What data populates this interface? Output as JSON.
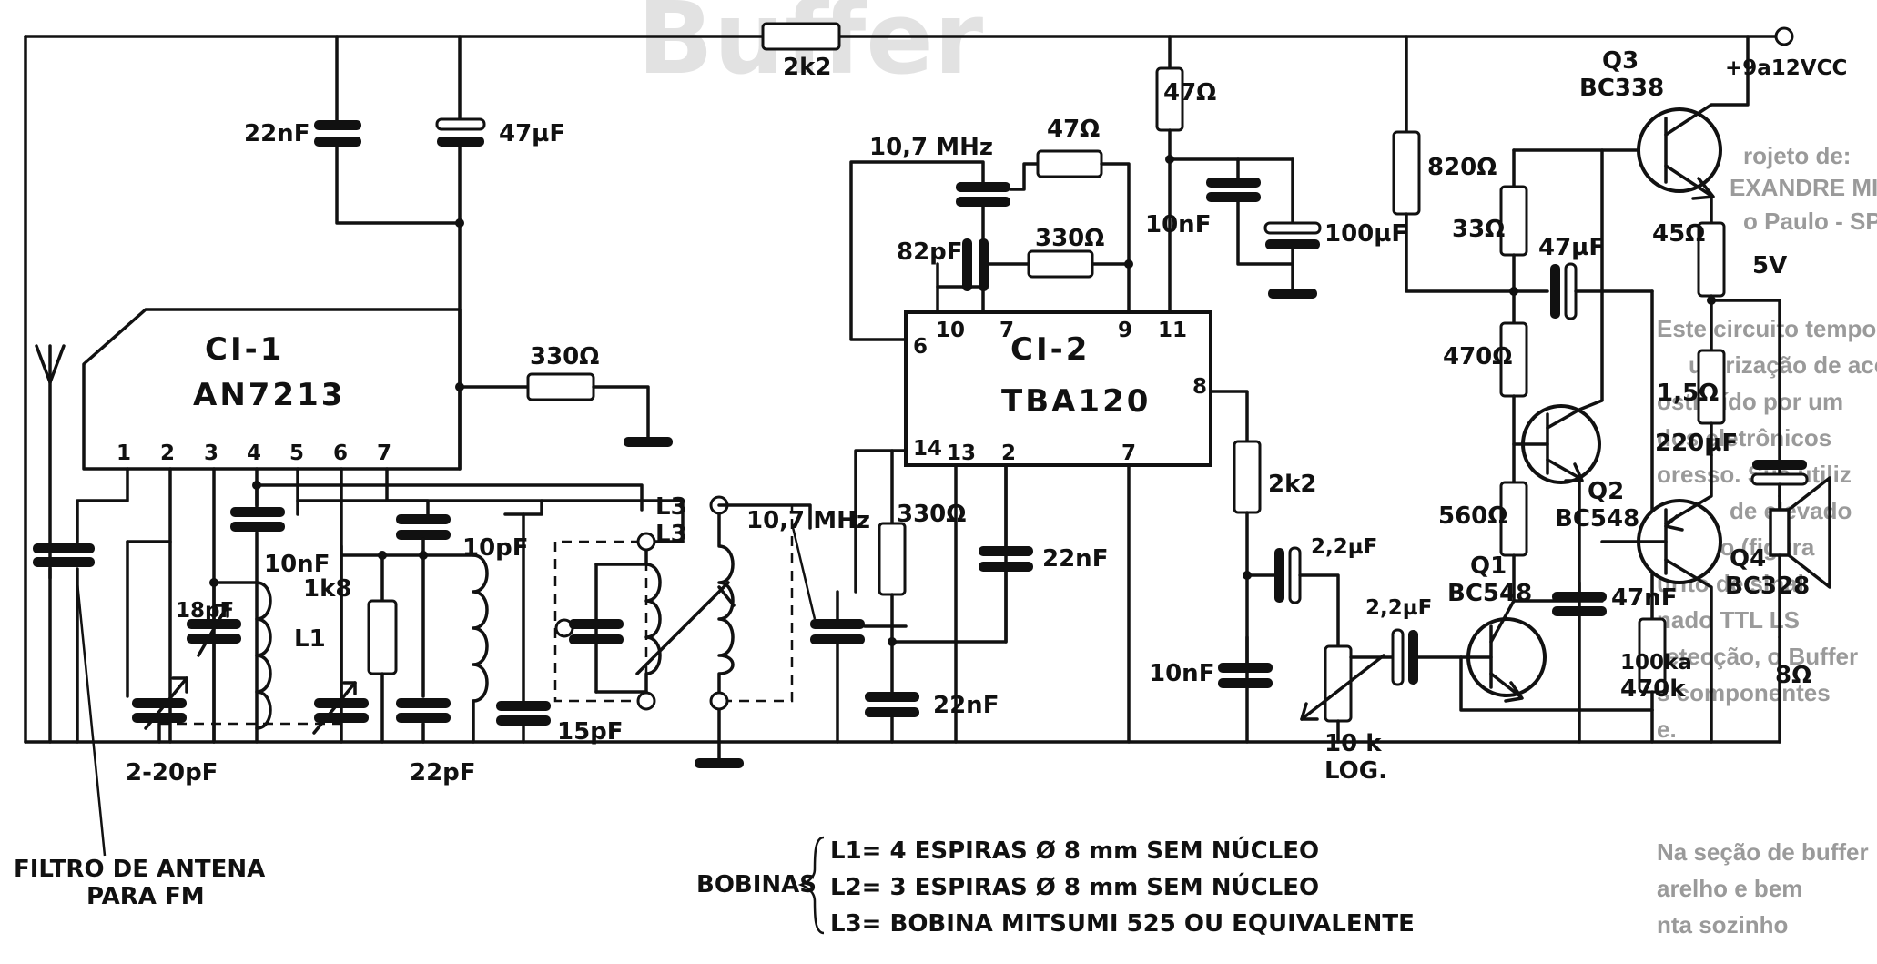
{
  "page_title": "",
  "ic1": {
    "name": "CI-1",
    "part": "AN7213",
    "pins": [
      "1",
      "2",
      "3",
      "4",
      "5",
      "6",
      "7"
    ]
  },
  "ic2": {
    "name": "CI-2",
    "part": "TBA120",
    "pins_top": [
      "6",
      "10",
      "7",
      "9",
      "11"
    ],
    "pins_bottom": [
      "14",
      "13",
      "2",
      "7"
    ],
    "pin_right": "8"
  },
  "labels": {
    "r_2k2_top": "2k2",
    "c_22nF_top": "22nF",
    "c_47uF_top": "47µF",
    "r_330_ic1": "330Ω",
    "r_47_supply": "47Ω",
    "c_10nF_supply": "10nF",
    "c_100uF": "100µF",
    "f_10_7_top": "10,7 MHz",
    "r_47_ic2": "47Ω",
    "c_82pF": "82pF",
    "r_330_ic2": "330Ω",
    "c_22nF_pin2": "22nF",
    "r_330_pin14": "330Ω",
    "c_22nF_pin14": "22nF",
    "r_2k2_pin8": "2k2",
    "c_2_2uF_a": "2,2µF",
    "c_2_2uF_b": "2,2µF",
    "c_10nF_out": "10nF",
    "pot_10k_a": "10 k",
    "pot_10k_b": "LOG.",
    "r_820": "820Ω",
    "r_33": "33Ω",
    "c_47uF_amp": "47µF",
    "r_470": "470Ω",
    "r_560": "560Ω",
    "q1_a": "Q1",
    "q1_b": "BC548",
    "q2_a": "Q2",
    "q2_b": "BC548",
    "q3_a": "Q3",
    "q3_b": "BC338",
    "q4_a": "Q4",
    "q4_b": "BC328",
    "supply": "+9a12VCC",
    "r_45": "45Ω",
    "v_5v": "5V",
    "r_1_5": "1,5Ω",
    "c_220uF": "220µF",
    "c_47nF": "47nF",
    "r_100k": "100ka",
    "r_470k": "470k",
    "spk_8": "8Ω",
    "c_10nF_ic1": "10nF",
    "c_18pF": "18pF",
    "r_1k8": "1k8",
    "coil_l1": "L1",
    "c_10pF": "10pF",
    "c_15pF": "15pF",
    "c_2_20pF": "2-20pF",
    "c_22pF": "22pF",
    "coil_l3_a": "L3",
    "coil_l3_b": "L3",
    "f_10_7_coil": "10,7 MHz",
    "antenna_filter_1": "FILTRO DE ANTENA",
    "antenna_filter_2": "PARA FM"
  },
  "coils_note": {
    "title": "BOBINAS",
    "lines": [
      "L1= 4 ESPIRAS Ø 8 mm SEM NÚCLEO",
      "L2= 3 ESPIRAS Ø 8 mm SEM NÚCLEO",
      "L3= BOBINA MITSUMI 525 OU EQUIVALENTE"
    ]
  },
  "bleed_text": {
    "heading": "Buffer",
    "lines": [
      "rojeto de:",
      "EXANDRE MINORU ITO",
      "o Paulo - SP",
      "Este circuito temporizado",
      "utorização de acesso",
      "ostituído por um",
      "dos eletrônicos",
      "oresso. Sua utiliz",
      "de elevado",
      "ustado (figura",
      "urito de sinal",
      "nado TTL LS",
      "retecção, o Buffer",
      "s componentes",
      "e.",
      "Na seção de buffer",
      "arelho e bem",
      "nta sozinho"
    ]
  }
}
